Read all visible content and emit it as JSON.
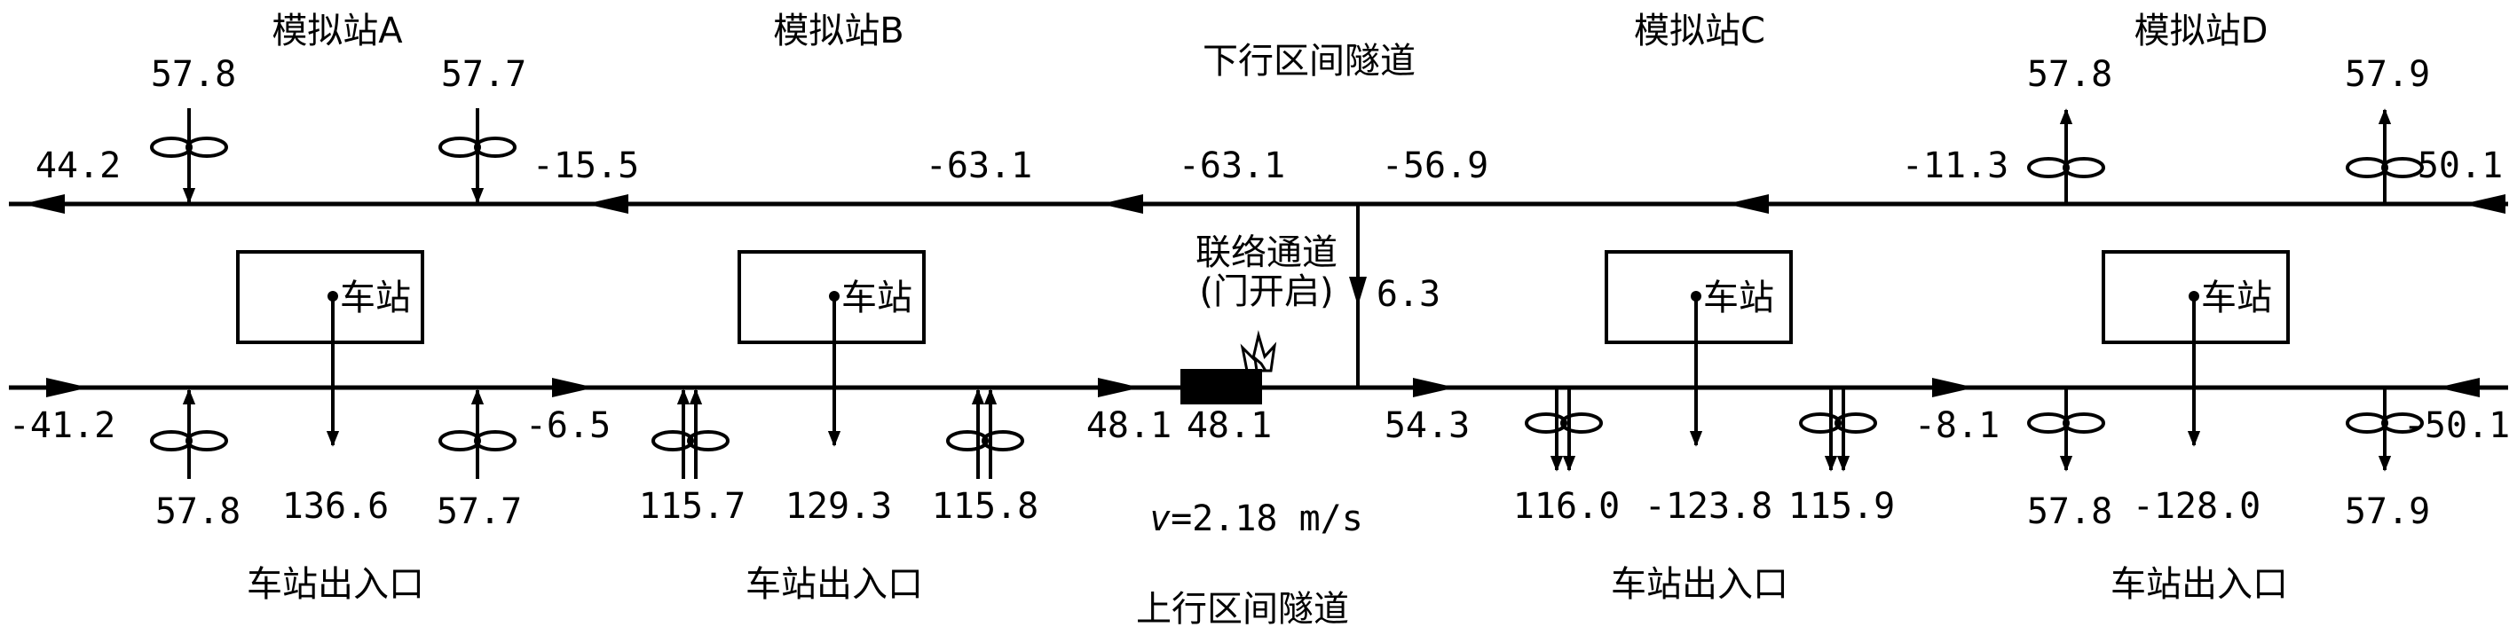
{
  "labels": {
    "station_a": "模拟站A",
    "station_b": "模拟站B",
    "station_c": "模拟站C",
    "station_d": "模拟站D",
    "down_tunnel": "下行区间隧道",
    "up_tunnel": "上行区间隧道",
    "station_box": "车站",
    "exit": "车站出入口",
    "passage_line1": "联络通道",
    "passage_line2": "(门开启)",
    "velocity_symbol": "v",
    "velocity_value": "=2.18 m/s"
  },
  "values": {
    "a_fan_in_top": "57.8",
    "a_fan_out_top": "57.7",
    "down_left_end": "44.2",
    "down_a_b_1": "-15.5",
    "down_a_b_2": "-63.1",
    "down_b_c_1": "-63.1",
    "down_b_c_2": "-56.9",
    "d_fan_1_top": "57.8",
    "d_fan_2_top": "57.9",
    "down_c_d": "-11.3",
    "down_right_end": "50.1",
    "passage_flow": "6.3",
    "up_left_end": "-41.2",
    "a_fan_1_bottom": "57.8",
    "a_station_exit": "136.6",
    "a_fan_2_bottom": "57.7",
    "up_a_b": "-6.5",
    "b_jet_1": "115.7",
    "b_station_exit": "129.3",
    "b_jet_2": "115.8",
    "up_b_train_left": "48.1",
    "up_train": "48.1",
    "up_after_passage": "54.3",
    "c_jet_1": "116.0",
    "c_station_exit": "-123.8",
    "c_jet_2": "115.9",
    "up_c_d": "-8.1",
    "up_right_end": "-50.1",
    "d_fan_1_bottom": "57.8",
    "d_station_exit": "-128.0",
    "d_fan_2_bottom": "57.9"
  }
}
